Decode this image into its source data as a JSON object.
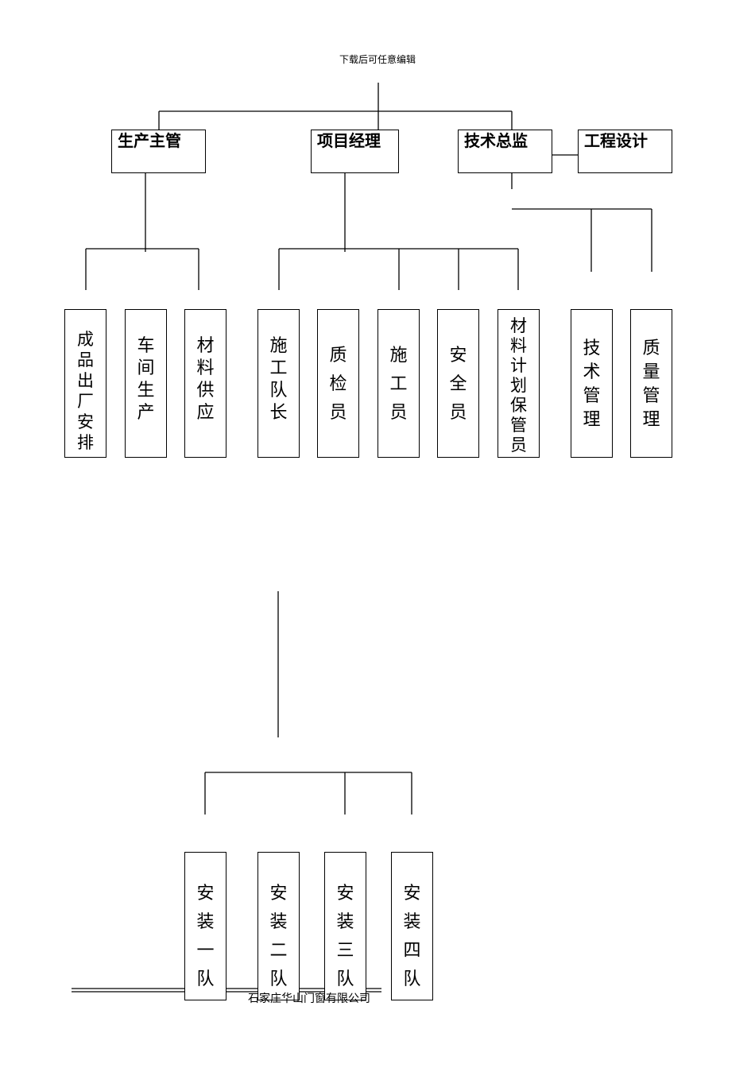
{
  "header": {
    "text": "下载后可任意编辑"
  },
  "top_boxes": [
    {
      "id": "production",
      "label": "生产主管"
    },
    {
      "id": "project",
      "label": "项目经理"
    },
    {
      "id": "tech",
      "label": "技术总监"
    },
    {
      "id": "design",
      "label": "工程设计"
    }
  ],
  "production_team": [
    {
      "label": "成品出厂安排"
    },
    {
      "label": "车间生产"
    },
    {
      "label": "材料供应"
    }
  ],
  "project_team": [
    {
      "label": "施工队长"
    },
    {
      "label": "质检员"
    },
    {
      "label": "施工员"
    },
    {
      "label": "安全员"
    },
    {
      "label": "材料计划保管员"
    }
  ],
  "tech_team": [
    {
      "label": "技术管理"
    },
    {
      "label": "质量管理"
    }
  ],
  "install_teams": [
    {
      "label": "安装一队"
    },
    {
      "label": "安装二队"
    },
    {
      "label": "安装三队"
    },
    {
      "label": "安装四队"
    }
  ],
  "footer": {
    "text": "石家庄华山门窗有限公司"
  }
}
